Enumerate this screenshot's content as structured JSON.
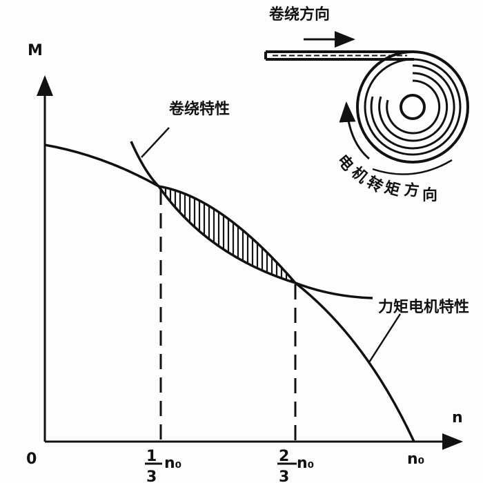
{
  "labels": {
    "y_axis": "M",
    "x_axis": "n",
    "origin": "0",
    "winding_curve": "卷绕特性",
    "motor_curve": "力矩电机特性",
    "winding_direction": "卷绕方向",
    "motor_torque_direction": [
      "电",
      "机",
      "转",
      "矩",
      "方",
      "向"
    ],
    "tick_third_num": "1",
    "tick_third_den": "3",
    "tick_twothird_num": "2",
    "tick_twothird_den": "3",
    "tick_n": "n₀",
    "tick_n0": "n₀"
  }
}
